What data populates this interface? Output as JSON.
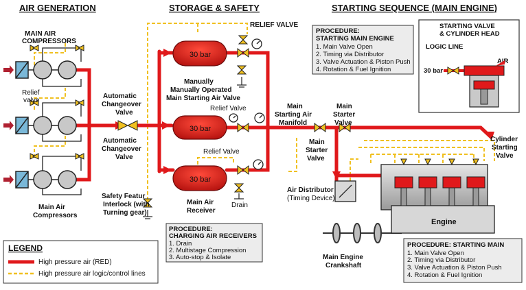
{
  "headers": {
    "air_generation": "AIR GENERATION",
    "storage_safety": "STORAGE & SAFETY",
    "starting_sequence": "STARTING SEQUENCE (MAIN ENGINE)"
  },
  "compressors": {
    "top_label_1": "MAIN AIR",
    "top_label_2": "COMPRESSORS",
    "bottom_label_1": "Main Air",
    "bottom_label_2": "Compressors",
    "relief_1": "Relief",
    "relief_2": "valve"
  },
  "changeover": {
    "top_1": "Automatic",
    "top_2": "Changeover",
    "top_3": "Valve",
    "bottom_1": "Automatic",
    "bottom_2": "Changeover",
    "bottom_3": "Valve"
  },
  "receivers": {
    "pressure": "30 bar",
    "relief_valve_top": "RELIEF VALVE",
    "relief_valve_mid": "Relief Valve",
    "relief_valve_bot": "Relief Valve",
    "manual_1": "Manually",
    "manual_2": "Manually Operated",
    "manual_3": "Main Starting Air Valve",
    "main_air_1": "Main Air",
    "main_air_2": "Receiver",
    "drain": "Drain"
  },
  "safety": {
    "line1": "Safety Featur",
    "line2": "Interlock (with",
    "line3": "Turning gear)"
  },
  "manifold": {
    "line1": "Main",
    "line2": "Starting Air",
    "line3": "Manifold"
  },
  "starter_valve_top": {
    "line1": "Main",
    "line2": "Starter",
    "line3": "Valve"
  },
  "starter_valve_bottom": {
    "line1": "Main",
    "line2": "Starter",
    "line3": "Valve"
  },
  "distributor": {
    "line1": "Air Distributor",
    "line2": "(Timing Device)"
  },
  "crankshaft": {
    "line1": "Main Engine",
    "line2": "Crankshaft"
  },
  "engine": {
    "label": "Engine"
  },
  "cylinder_valve": {
    "line1": "Cylinder",
    "line2": "Starting",
    "line3": "Valve"
  },
  "procedure_top": {
    "title1": "PROCEDURE:",
    "title2": "STARTING MAIN ENGINE",
    "items": [
      "1. Main Valve Open",
      "2. Timing via Distributor",
      "3. Valve Actuation & Piston Push",
      "4. Rotation & Fuel Ignition"
    ]
  },
  "procedure_receivers": {
    "title1": "PROCEDURE:",
    "title2": "CHARGING AIR RECEIVERS",
    "items": [
      "1. Drain",
      "2. Multistage Compression",
      "3. Auto-stop & Isolate"
    ]
  },
  "procedure_bottom": {
    "title": "PROCEDURE: STARTING MAIN",
    "items": [
      "1. Main Valve Open",
      "2. Timing via Distributor",
      "3. Valve Actuation & Piston Push",
      "4. Rotation & Fuel Ignition"
    ]
  },
  "inset": {
    "title1": "STARTING VALVE",
    "title2": "& CYLINDER HEAD",
    "logic": "LOGIC LINE",
    "pressure": "30 bar",
    "air": "AIR"
  },
  "legend": {
    "title": "LEGEND",
    "red": "High pressure air (RED)",
    "yellow": "High pressure air logic/control lines"
  },
  "colors": {
    "red": "#e0191b",
    "yellow": "#f0c020",
    "receiver": "#d8201e"
  }
}
